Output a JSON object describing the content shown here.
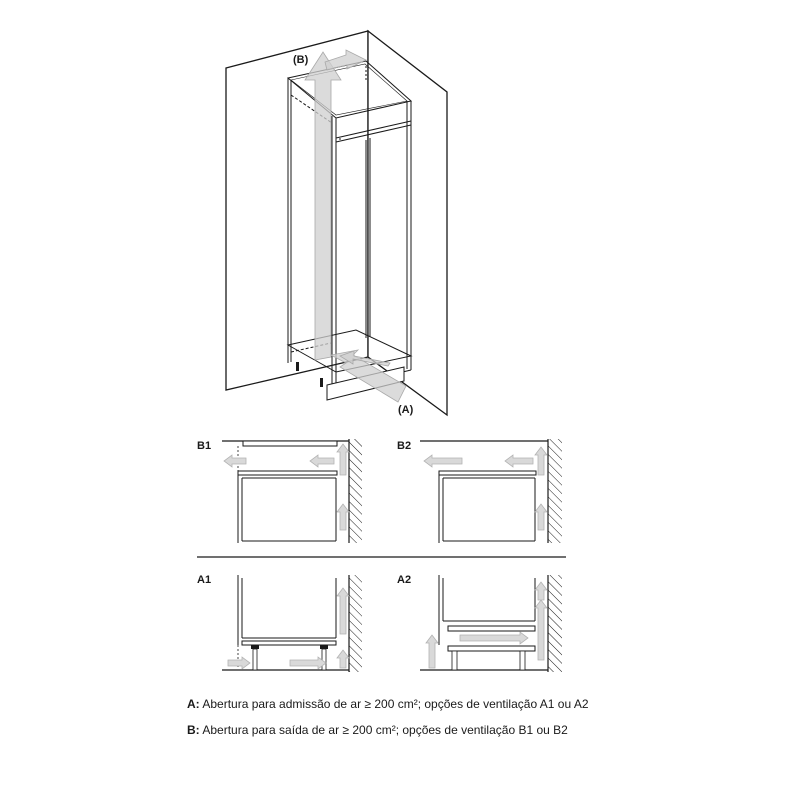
{
  "main_figure": {
    "label_top": "(B)",
    "label_bottom": "(A)"
  },
  "panels": [
    {
      "id": "B1",
      "label": "B1"
    },
    {
      "id": "B2",
      "label": "B2"
    },
    {
      "id": "A1",
      "label": "A1"
    },
    {
      "id": "A2",
      "label": "A2"
    }
  ],
  "legend": [
    {
      "key": "A:",
      "text": "Abertura para admissão de ar ≥ 200 cm²; opções de ventilação A1 ou A2"
    },
    {
      "key": "B:",
      "text": "Abertura para saída de ar ≥ 200 cm²; opções de ventilação B1 ou B2"
    }
  ],
  "colors": {
    "line": "#1a1a1a",
    "arrow_fill": "#d9d9d9",
    "arrow_stroke": "#b3b3b3",
    "hatch": "#1a1a1a"
  }
}
